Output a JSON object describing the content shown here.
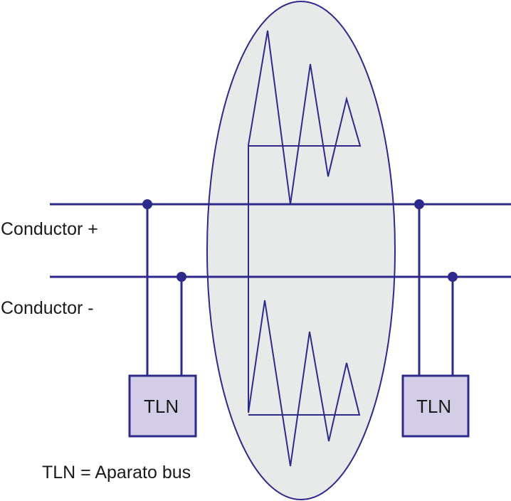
{
  "labels": {
    "conductor_plus": "Conductor +",
    "conductor_minus": "Conductor -",
    "device_left": "TLN",
    "device_right": "TLN",
    "legend": "TLN = Aparato bus"
  },
  "colors": {
    "line": "#2e2a8c",
    "box_fill": "#d3cde8",
    "ellipse_fill": "#e8e9e9",
    "text": "#1a1a1a"
  }
}
